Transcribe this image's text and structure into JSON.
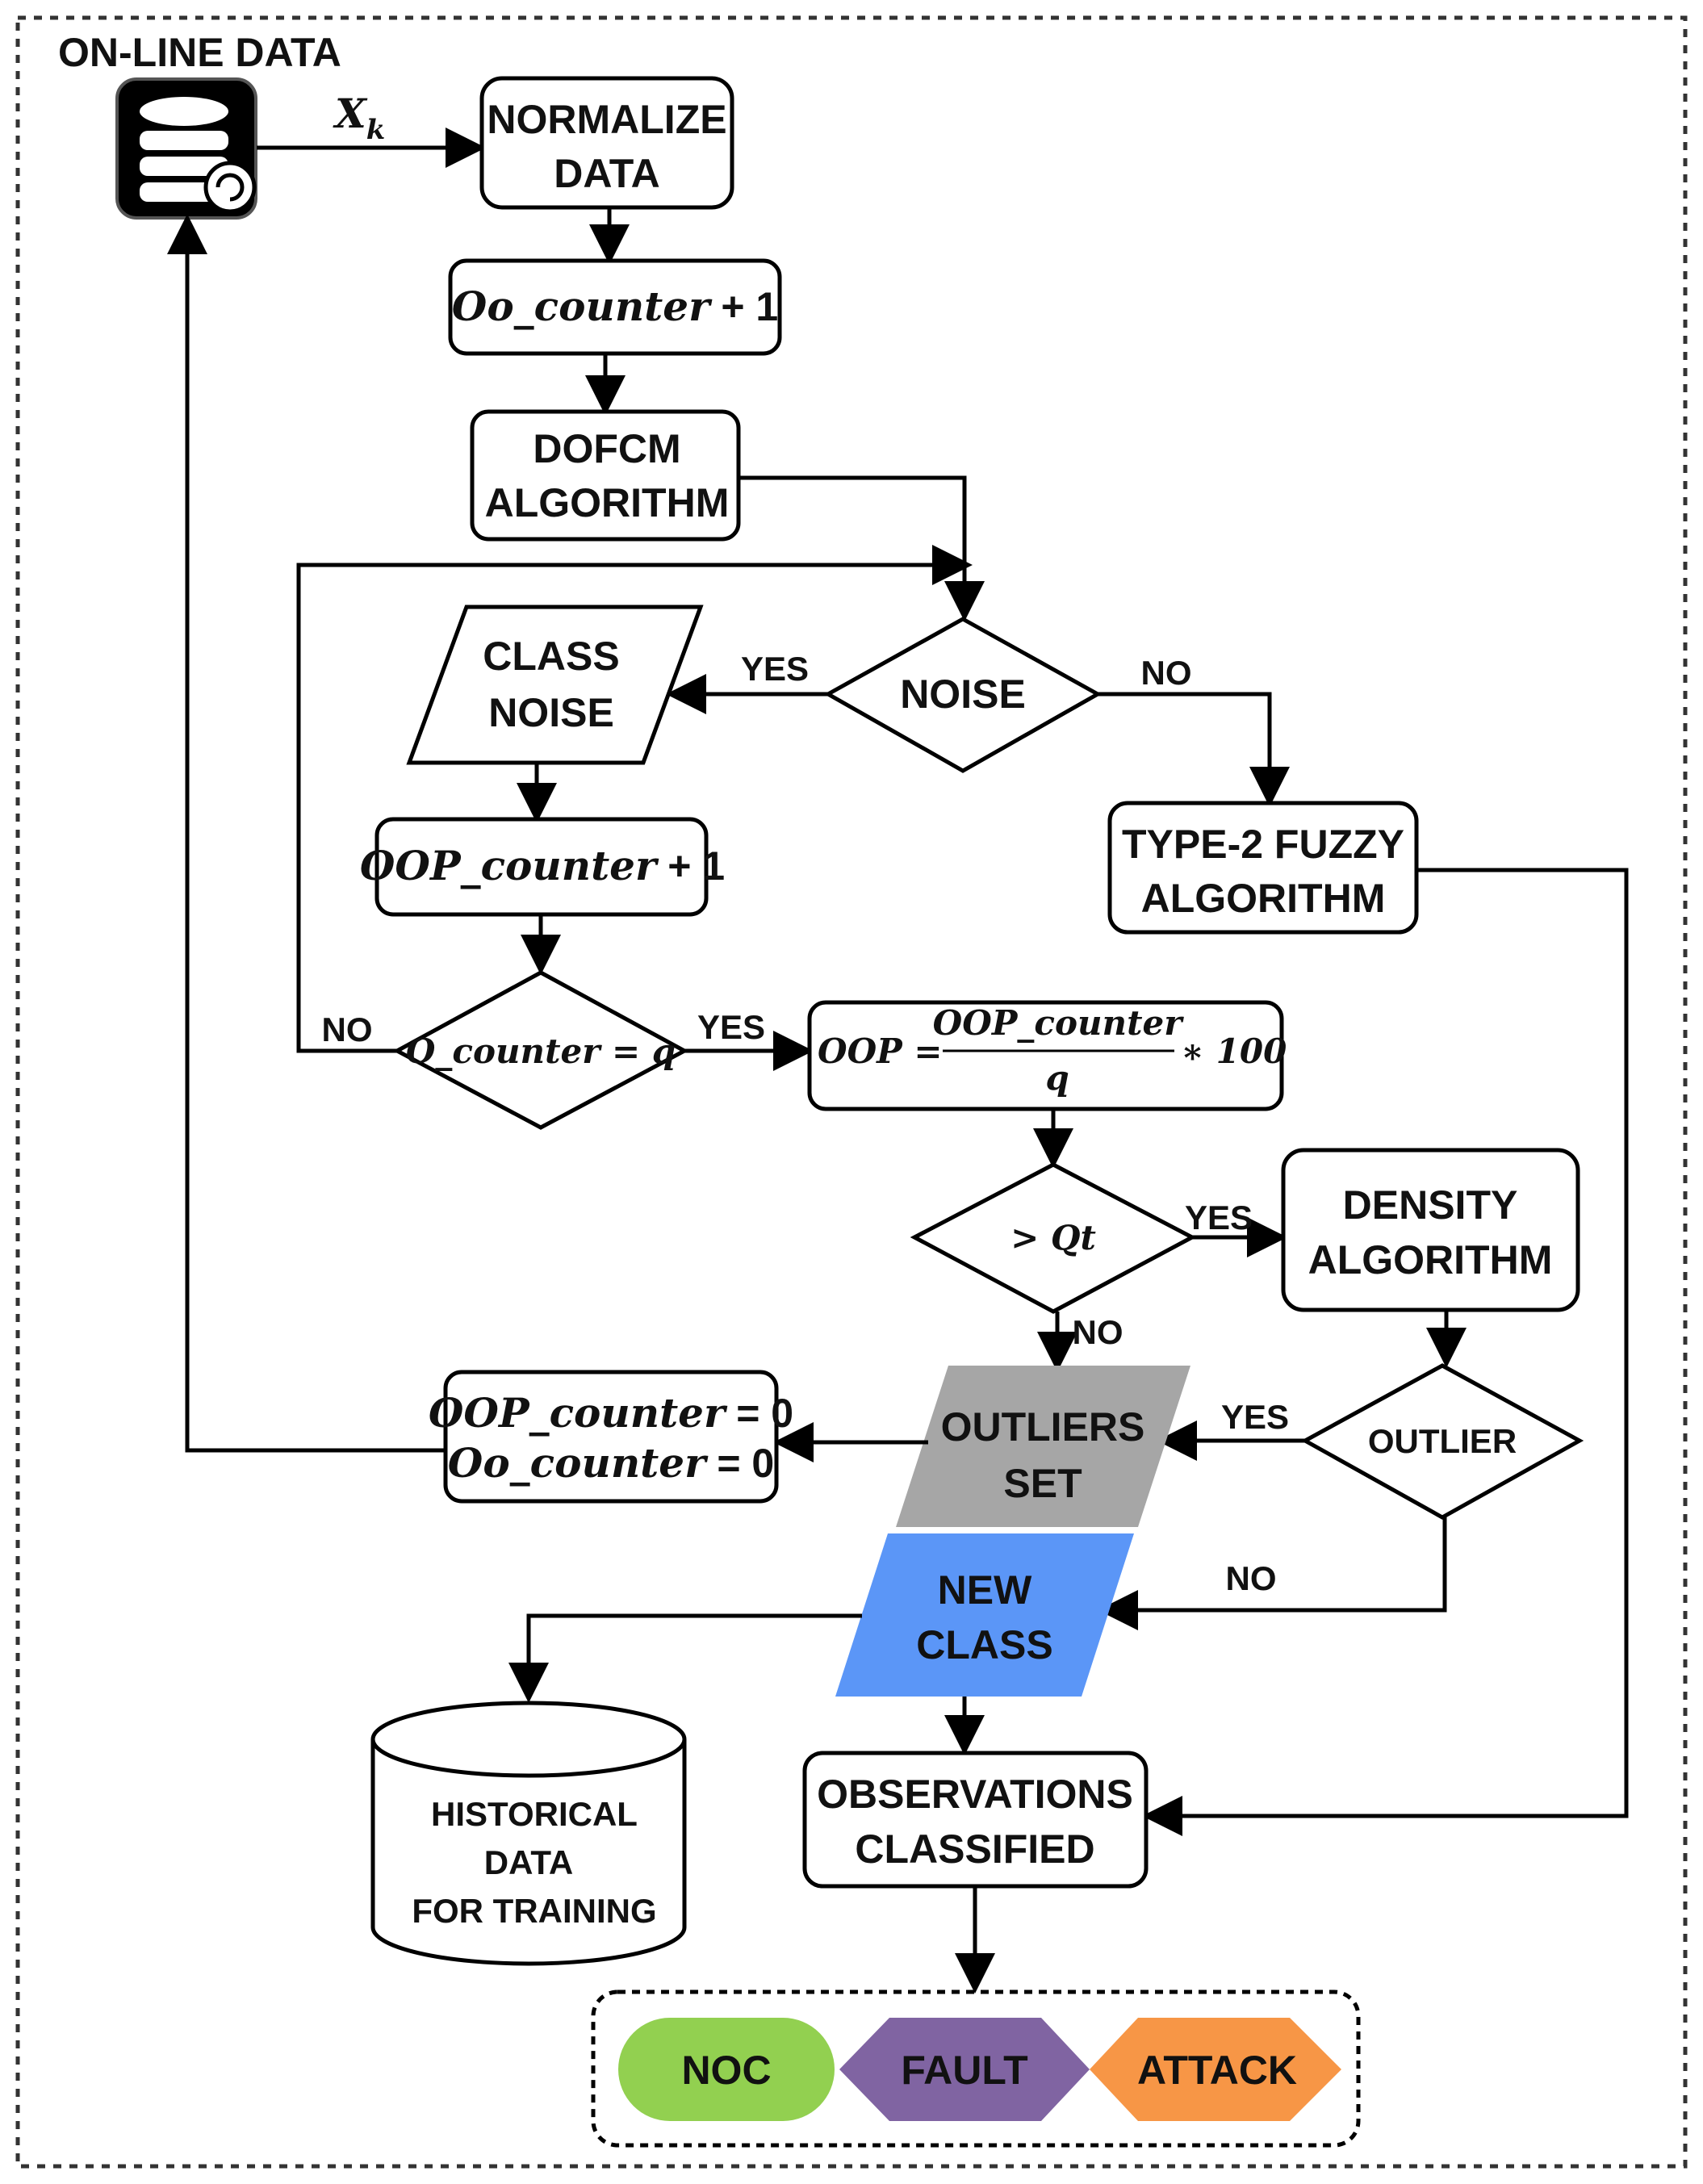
{
  "online_data_label": "ON-LINE DATA",
  "xk_label": "X",
  "xk_sub": "k",
  "normalize": [
    "NORMALIZE",
    "DATA"
  ],
  "oo_counter_inc": {
    "var": "Oo_counter",
    "op": " + 1"
  },
  "dofcm": [
    "DOFCM",
    "ALGORITHM"
  ],
  "noise_decision": "NOISE",
  "yes": "YES",
  "no": "NO",
  "class_noise": [
    "CLASS",
    "NOISE"
  ],
  "oop_counter_inc": {
    "var": "OOP_counter",
    "op": " + 1"
  },
  "type2": [
    "TYPE-2 FUZZY",
    "ALGORITHM"
  ],
  "o_counter_decision": "O_counter = q",
  "oop_formula": {
    "lhs": "OOP =",
    "num": "OOP_counter",
    "den": "q",
    "mult": "∗ 100"
  },
  "qt_decision": "> Qt",
  "density": [
    "DENSITY",
    "ALGORITHM"
  ],
  "reset": {
    "line1_var": "OOP_counter",
    "line1_op": " = 0",
    "line2_var": "Oo_counter",
    "line2_op": " = 0"
  },
  "outliers_set": [
    "OUTLIERS",
    "SET"
  ],
  "outlier_decision": "OUTLIER",
  "new_class": [
    "NEW",
    "CLASS"
  ],
  "historical": [
    "HISTORICAL",
    "DATA",
    "FOR TRAINING"
  ],
  "observations": [
    "OBSERVATIONS",
    "CLASSIFIED"
  ],
  "outcomes": [
    "NOC",
    "FAULT",
    "ATTACK"
  ],
  "colors": {
    "outliers_fill": "#a6a6a6",
    "new_class_fill": "#5b96f7",
    "noc_fill": "#92d050",
    "fault_fill": "#8064a2",
    "attack_fill": "#f79646"
  }
}
